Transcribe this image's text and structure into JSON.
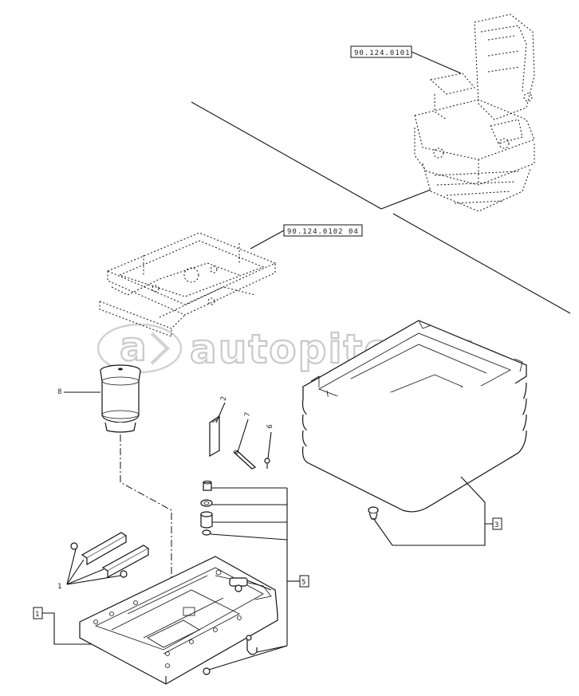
{
  "references": {
    "seat_assembly": "90.124.0101",
    "frame_assembly": "90.124.0102 04"
  },
  "watermark": {
    "text": "autopiter.ru"
  },
  "callouts": {
    "c1": "1",
    "c2": "2",
    "c3": "3",
    "c5": "5",
    "c6": "6",
    "c7": "7",
    "c8": "8"
  },
  "boxed_callouts": {
    "b1": "1",
    "b3": "3",
    "b5": "5"
  }
}
